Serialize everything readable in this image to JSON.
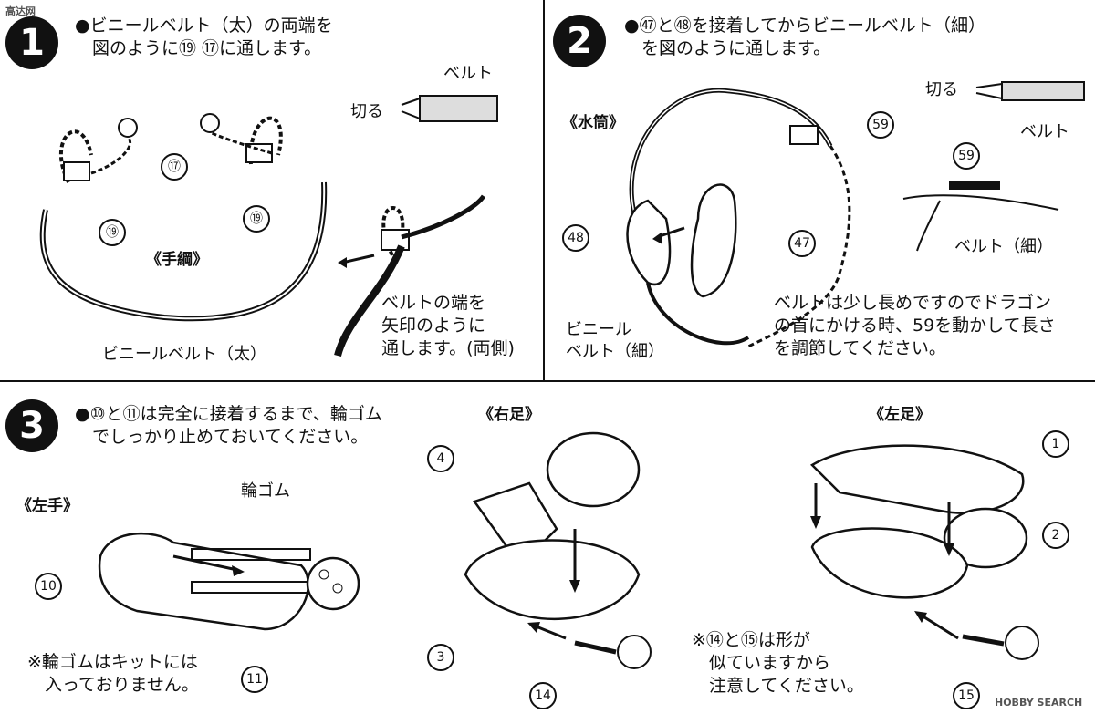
{
  "watermark_top": "高达网",
  "watermark_bottom": "HOBBY SEARCH",
  "step1": {
    "number": "1",
    "instruction": "●ビニールベルト（太）の両端を\n　図のように⑲ ⑰に通します。",
    "subtitle": "《手綱》",
    "belt_label": "ベルト",
    "cut_label": "切る",
    "parts": {
      "a": "⑰",
      "b": "⑲",
      "c": "⑲"
    },
    "belt_main_label": "ビニールベルト（太）",
    "note": "ベルトの端を\n矢印のように\n通します。(両側)"
  },
  "step2": {
    "number": "2",
    "instruction": "●㊼と㊽を接着してからビニールベルト（細）\n　を図のように通します。",
    "subtitle": "《水筒》",
    "cut_label": "切る",
    "belt_label": "ベルト",
    "parts": {
      "p59a": "59",
      "p48": "48",
      "p47": "47",
      "p59b": "59"
    },
    "thin_belt_label": "ベルト（細）",
    "vinyl_label": "ビニール\nベルト（細）",
    "note": "ベルトは少し長めですのでドラゴン\nの首にかける時、59を動かして長さ\nを調節してください。"
  },
  "step3": {
    "number": "3",
    "instruction": "●⑩と⑪は完全に接着するまで、輪ゴム\n　でしっかり止めておいてください。",
    "left_hand": "《左手》",
    "right_foot": "《右足》",
    "left_foot": "《左足》",
    "rubber": "輪ゴム",
    "rubber_note": "※輪ゴムはキットには\n　入っておりません。",
    "shape_note": "※⑭と⑮は形が\n　似ていますから\n　注意してください。",
    "parts": {
      "p10": "10",
      "p11": "11",
      "p4": "4",
      "p3": "3",
      "p14": "14",
      "p1": "1",
      "p2": "2",
      "p15": "15"
    }
  }
}
